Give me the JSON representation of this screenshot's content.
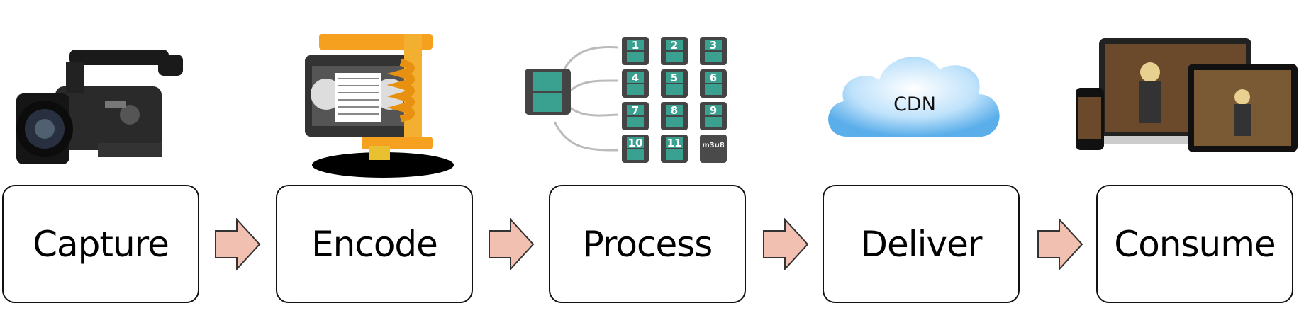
{
  "stages": [
    {
      "label": "Capture",
      "icon": "video-camera-icon"
    },
    {
      "label": "Encode",
      "icon": "compressed-videotape-icon"
    },
    {
      "label": "Process",
      "icon": "video-segments-icon"
    },
    {
      "label": "Deliver",
      "icon": "cloud-icon"
    },
    {
      "label": "Consume",
      "icon": "devices-icon"
    }
  ],
  "process": {
    "segments": [
      "1",
      "2",
      "3",
      "4",
      "5",
      "6",
      "7",
      "8",
      "9",
      "10",
      "11"
    ],
    "playlist": "m3u8"
  },
  "cloud_label": "CDN",
  "colors": {
    "arrow": "#f2c0b0",
    "border": "#111111",
    "cloud": "#6fb8ef"
  }
}
